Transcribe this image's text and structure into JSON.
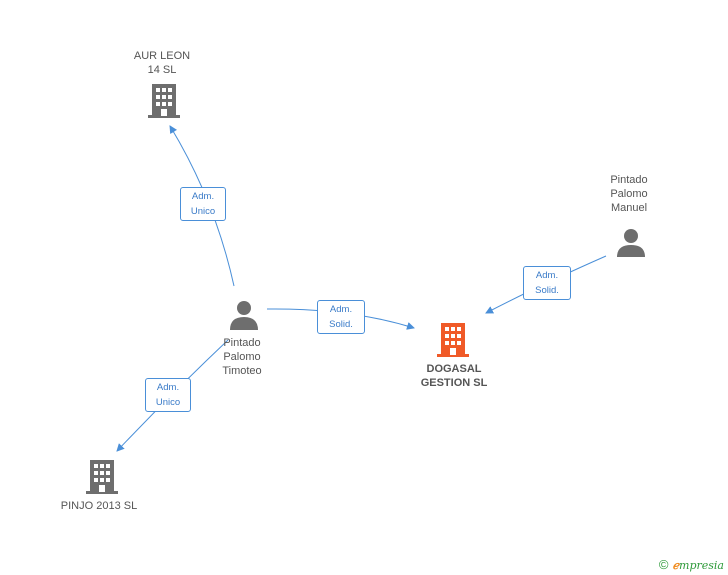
{
  "nodes": {
    "aur_leon": {
      "label": "AUR LEON\n14  SL",
      "type": "company"
    },
    "dogasal": {
      "label": "DOGASAL\nGESTION SL",
      "type": "company-main"
    },
    "pinjo": {
      "label": "PINJO 2013 SL",
      "type": "company"
    },
    "timoteo": {
      "label": "Pintado\nPalomo\nTimoteo",
      "type": "person"
    },
    "manuel": {
      "label": "Pintado\nPalomo\nManuel",
      "type": "person"
    }
  },
  "relations": {
    "timoteo_aur": "Adm.\nUnico",
    "timoteo_dogasal": "Adm.\nSolid.",
    "manuel_dogasal": "Adm.\nSolid.",
    "timoteo_pinjo": "Adm.\nUnico"
  },
  "footer": {
    "copyright": "©",
    "brand_e": "ℯ",
    "brand_rest": "mpresia"
  },
  "colors": {
    "edge": "#4a8fd8",
    "company": "#6e6e6e",
    "main": "#f05a28",
    "person": "#6e6e6e"
  }
}
